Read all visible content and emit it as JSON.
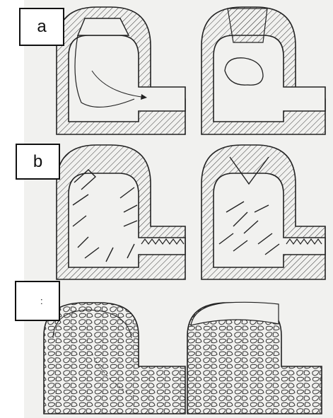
{
  "panels": [
    {
      "id": "a",
      "label": "a",
      "description_style": "hatched-walls-flow-arrow"
    },
    {
      "id": "b",
      "label": "b",
      "description_style": "columnar-dendrites"
    },
    {
      "id": "c",
      "label": ":",
      "description_style": "equiaxed-grains"
    }
  ],
  "colors": {
    "ink": "#2a2a2a",
    "paper": "#f1f1ef",
    "box_border": "#111111"
  }
}
